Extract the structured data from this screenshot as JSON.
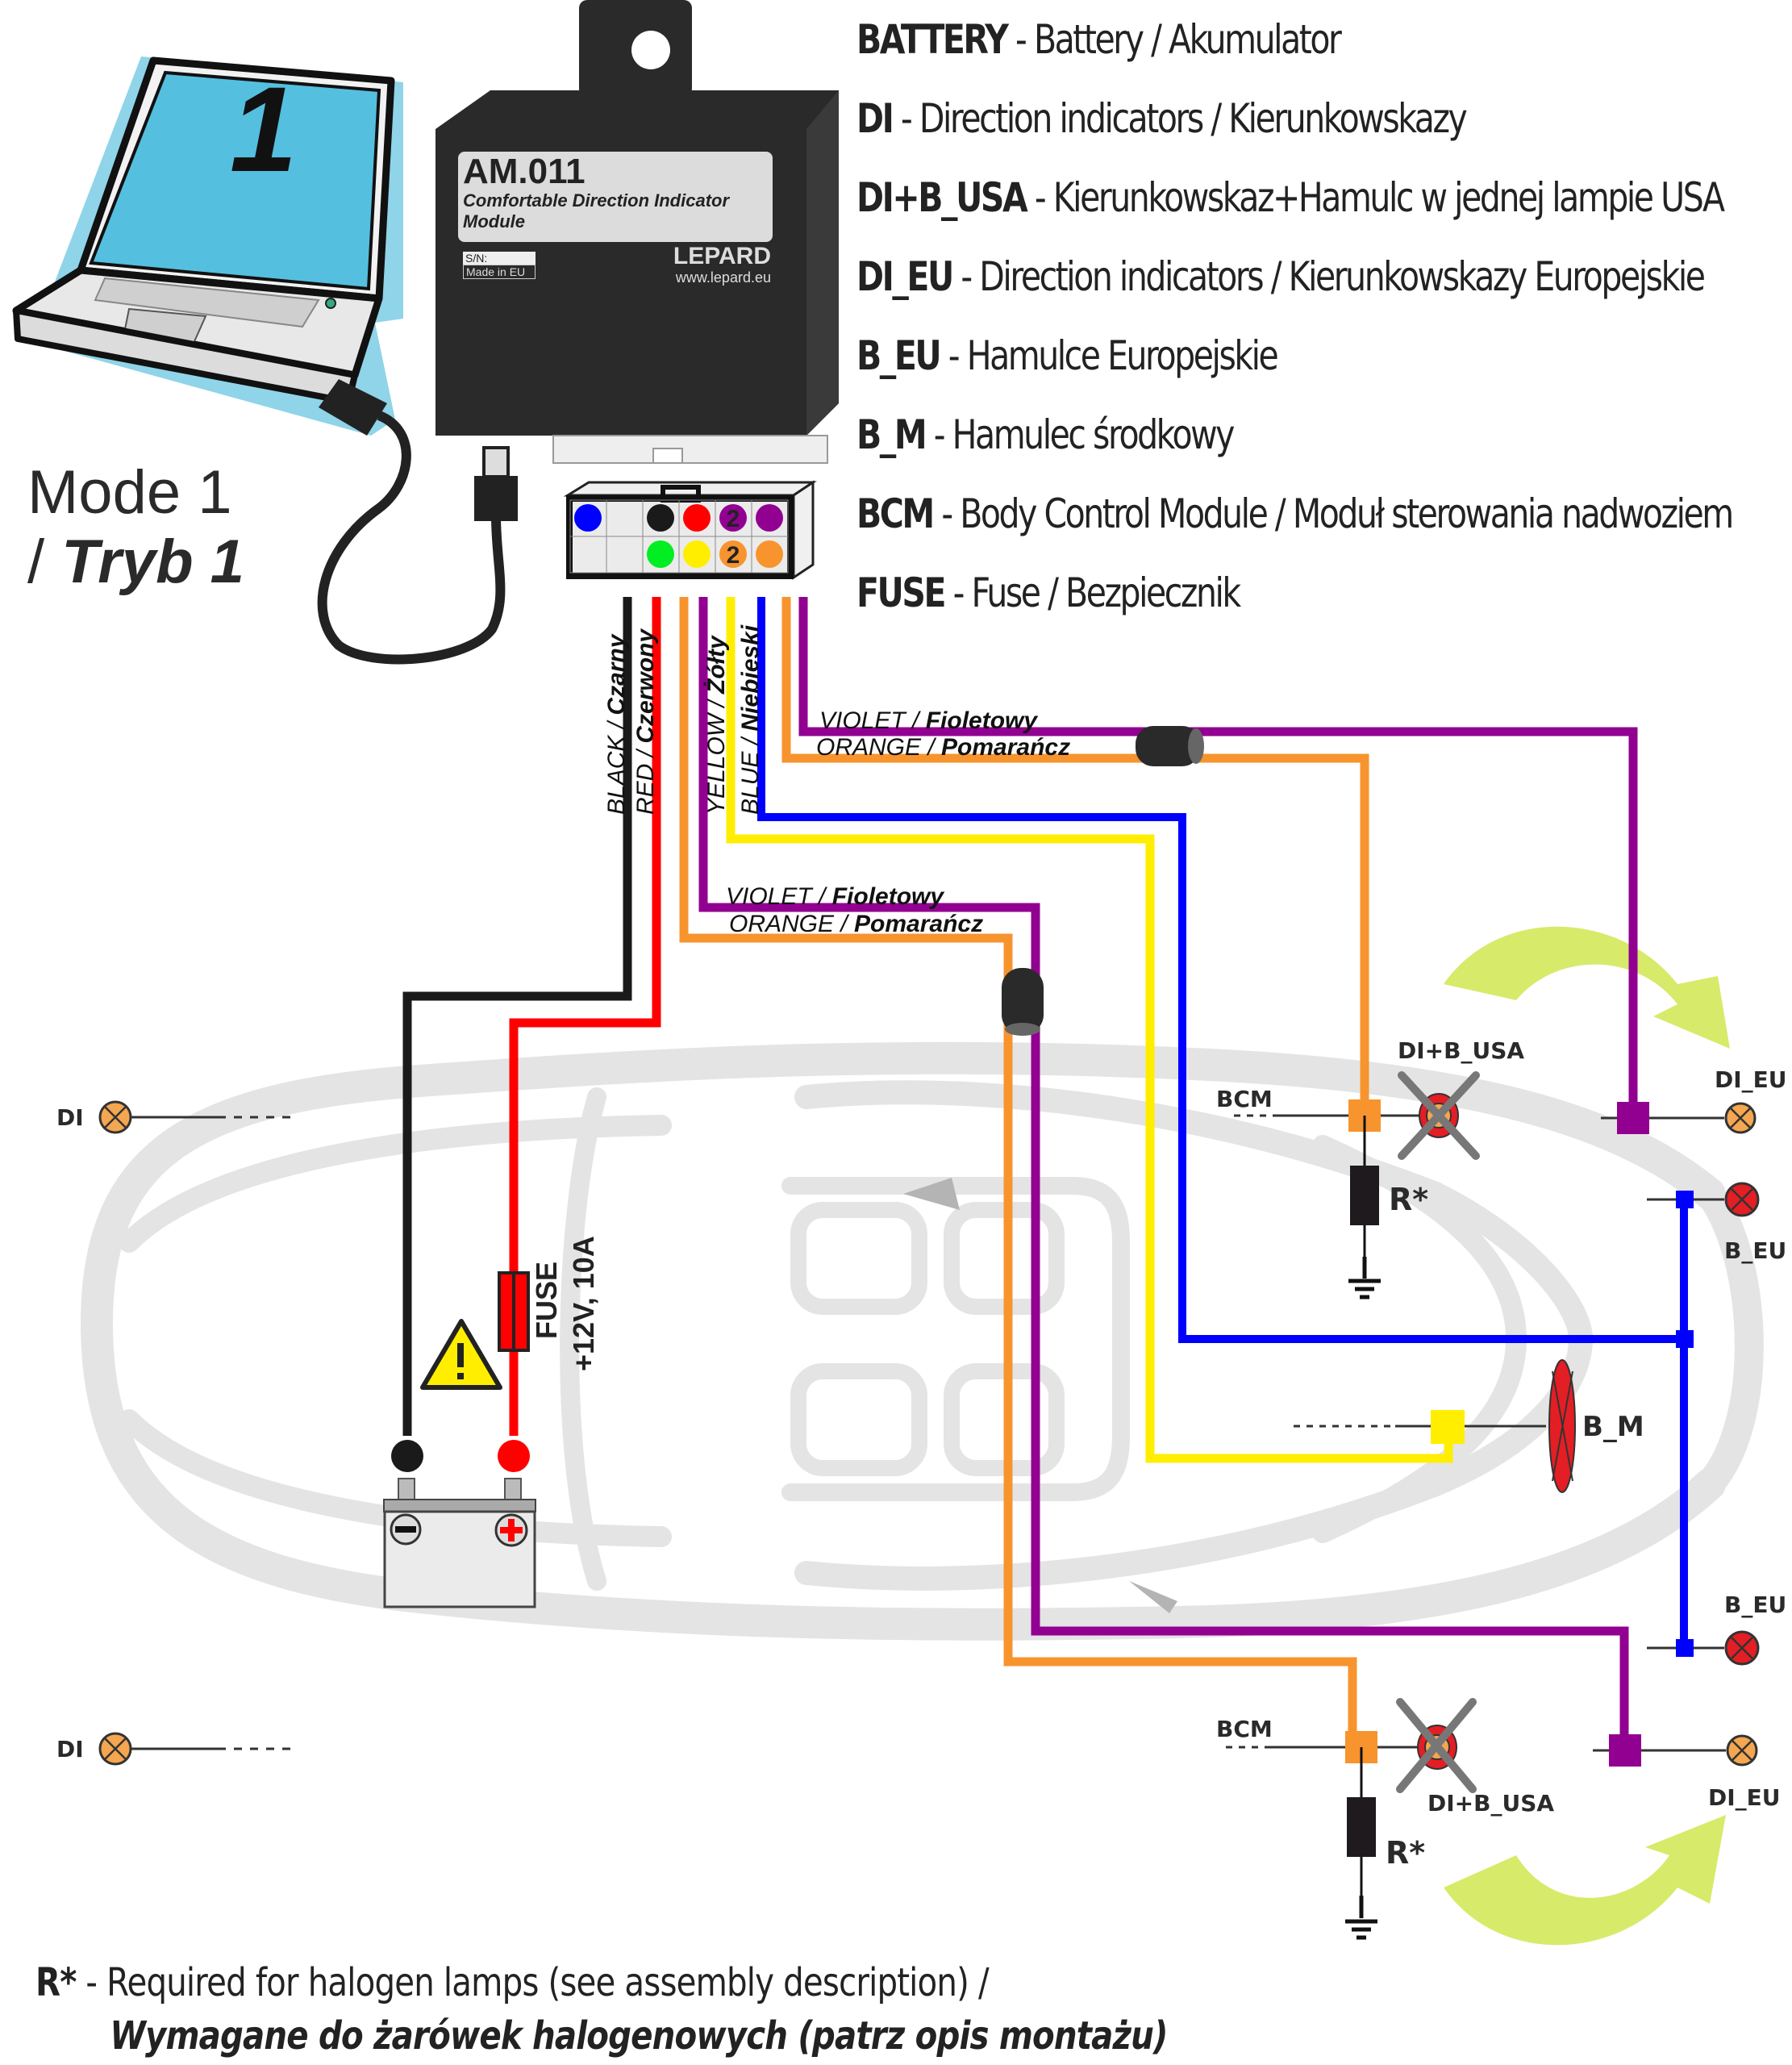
{
  "module": {
    "model": "AM.011",
    "description_line1": "Comfortable Direction Indicator",
    "description_line2": "Module",
    "serial_label": "S/N:",
    "origin": "Made in EU",
    "brand": "LEPARD",
    "website": "www.lepard.eu"
  },
  "laptop": {
    "screen_number": "1"
  },
  "mode": {
    "en": "Mode 1",
    "pl": "Tryb 1",
    "separator": "/"
  },
  "legend": [
    {
      "key": "BATTERY",
      "desc": " - Battery / Akumulator"
    },
    {
      "key": "DI",
      "desc": " - Direction indicators / Kierunkowskazy"
    },
    {
      "key": "DI+B_USA",
      "desc": " - Kierunkowskaz+Hamulc w jednej lampie USA"
    },
    {
      "key": "DI_EU",
      "desc": " - Direction indicators / Kierunkowskazy Europejskie"
    },
    {
      "key": "B_EU",
      "desc": " - Hamulce Europejskie"
    },
    {
      "key": "B_M",
      "desc": " - Hamulec środkowy"
    },
    {
      "key": "BCM",
      "desc": " - Body Control Module / Moduł sterowania nadwoziem"
    },
    {
      "key": "FUSE",
      "desc": " - Fuse / Bezpiecznik"
    }
  ],
  "connector": {
    "top_row": [
      "blue",
      "empty",
      "black",
      "red",
      "violet-2",
      "violet"
    ],
    "bottom_row": [
      "empty",
      "empty",
      "green",
      "yellow",
      "orange-2",
      "orange"
    ],
    "pin_marker": "2"
  },
  "colors": {
    "black": "#1a1a1a",
    "red": "#ff0000",
    "orange": "#f7942e",
    "violet": "#920092",
    "yellow": "#ffee00",
    "blue": "#0000ff",
    "green": "#00ee22",
    "arrow": "#d8ea6a",
    "car_outline": "#e4e4e4",
    "lamp_orange": "#f4a650",
    "lamp_red": "#e31e24"
  },
  "wires": {
    "black": {
      "en": "BLACK",
      "pl": "Czarny"
    },
    "red": {
      "en": "RED",
      "pl": "Czerwony"
    },
    "yellow": {
      "en": "YELLOW",
      "pl": "Żółty"
    },
    "blue": {
      "en": "BLUE",
      "pl": "Niebieski"
    },
    "violet": {
      "en": "VIOLET",
      "pl": "Fioletowy"
    },
    "orange": {
      "en": "ORANGE",
      "pl": "Pomarańcz"
    },
    "separator": " / "
  },
  "fuse": {
    "label": "FUSE",
    "rating": "+12V, 10A"
  },
  "labels": {
    "di": "DI",
    "di_eu": "DI_EU",
    "b_eu": "B_EU",
    "b_m": "B_M",
    "bcm": "BCM",
    "di_b_usa": "DI+B_USA",
    "resistor": "R*"
  },
  "footnote": {
    "key": "R*",
    "en": " - Required for halogen lamps (see assembly description) /",
    "pl": "Wymagane do żarówek halogenowych (patrz opis montażu)"
  }
}
